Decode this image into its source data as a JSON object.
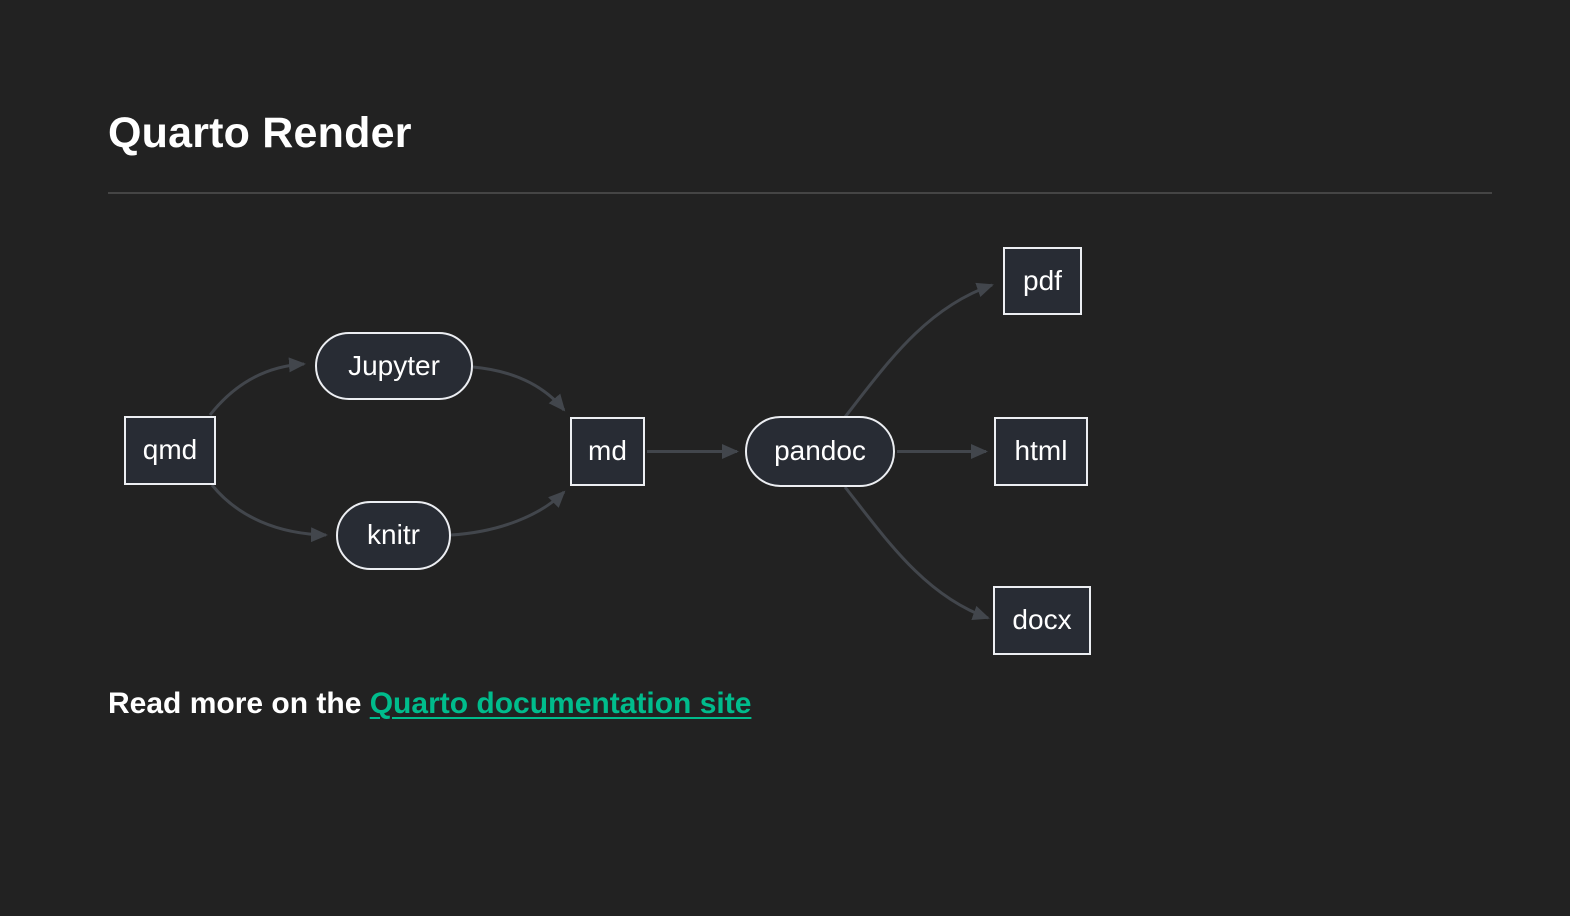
{
  "page": {
    "title": "Quarto Render"
  },
  "diagram": {
    "type": "flowchart",
    "direction": "left-to-right",
    "nodes": [
      {
        "id": "qmd",
        "label": "qmd",
        "shape": "rect"
      },
      {
        "id": "jupyter",
        "label": "Jupyter",
        "shape": "stadium"
      },
      {
        "id": "knitr",
        "label": "knitr",
        "shape": "stadium"
      },
      {
        "id": "md",
        "label": "md",
        "shape": "rect"
      },
      {
        "id": "pandoc",
        "label": "pandoc",
        "shape": "stadium"
      },
      {
        "id": "pdf",
        "label": "pdf",
        "shape": "rect"
      },
      {
        "id": "html",
        "label": "html",
        "shape": "rect"
      },
      {
        "id": "docx",
        "label": "docx",
        "shape": "rect"
      }
    ],
    "edges": [
      {
        "from": "qmd",
        "to": "jupyter"
      },
      {
        "from": "qmd",
        "to": "knitr"
      },
      {
        "from": "jupyter",
        "to": "md"
      },
      {
        "from": "knitr",
        "to": "md"
      },
      {
        "from": "md",
        "to": "pandoc"
      },
      {
        "from": "pandoc",
        "to": "pdf"
      },
      {
        "from": "pandoc",
        "to": "html"
      },
      {
        "from": "pandoc",
        "to": "docx"
      }
    ]
  },
  "footer": {
    "text_prefix": "Read more on the ",
    "link_text": "Quarto documentation site"
  },
  "colors": {
    "background": "#222222",
    "node_fill": "#282c34",
    "node_border": "#eceef2",
    "node_text": "#ffffff",
    "edge": "#42464c",
    "divider": "#454545",
    "link": "#00bc8c",
    "text": "#ffffff"
  }
}
